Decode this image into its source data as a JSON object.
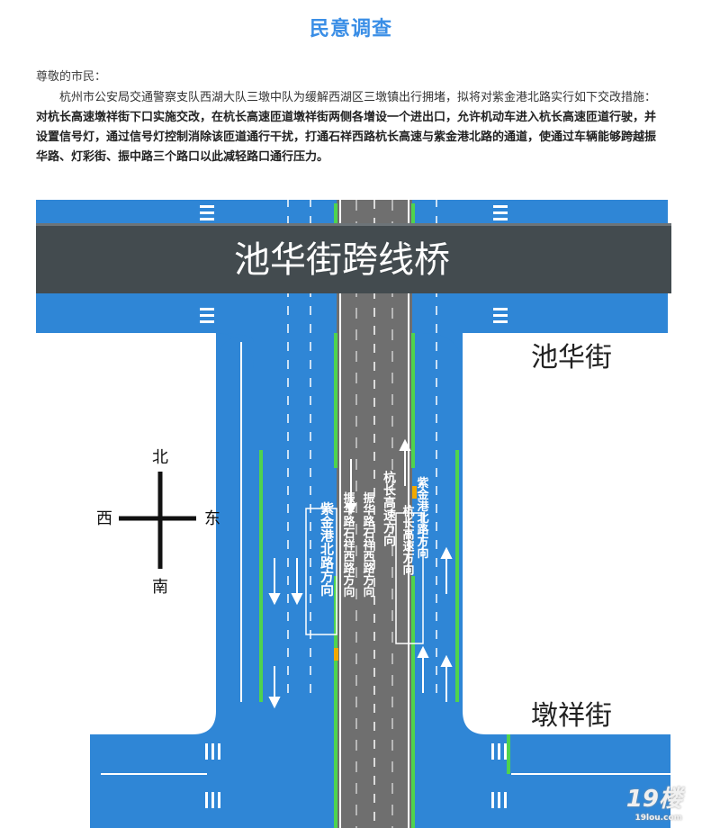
{
  "title": "民意调查",
  "greeting": "尊敬的市民：",
  "paragraph": {
    "intro": "杭州市公安局交通警察支队西湖大队三墩中队为缓解西湖区三墩镇出行拥堵，拟将对紫金港北路实行如下交改措施：",
    "measures": "对杭长高速墩祥街下口实施交改，在杭长高速匝道墩祥街两侧各增设一个进出口，允许机动车进入杭长高速匝道行驶，并设置信号灯，通过信号灯控制消除该匝道通行干扰，打通石祥西路杭长高速与紫金港北路的通道，使通过车辆能够跨越振华路、灯彩街、振中路三个路口以此减轻路口通行压力。"
  },
  "diagram": {
    "bridge_label": "池华街跨线桥",
    "street_top": "池华街",
    "street_bottom": "墩祥街",
    "compass": {
      "north": "北",
      "south": "南",
      "west": "西",
      "east": "东"
    },
    "lane_labels": {
      "zijingang_left": "紫金港北路方向",
      "zhenhua": "振华路石祥西路方向",
      "hangchang": "杭长高速方向",
      "hangchang_right": "杭长高速方向",
      "zijingang_right": "紫金港北路方向"
    },
    "colors": {
      "road": "#2f86d6",
      "highway": "#6f6f6f",
      "bridge": "#434b4f",
      "green": "#4fd34f"
    }
  },
  "watermark": {
    "logo": "19楼",
    "site": "19lou.com"
  }
}
